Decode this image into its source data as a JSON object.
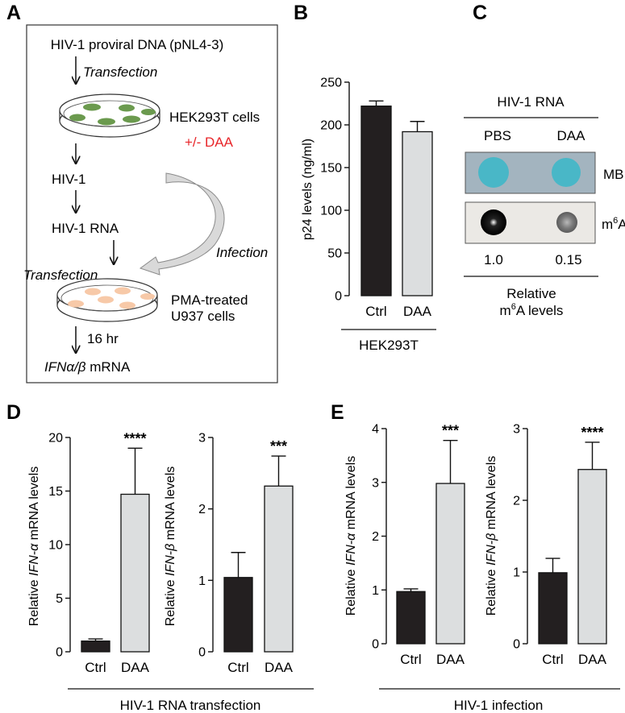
{
  "figure_labels": {
    "a": "A",
    "b": "B",
    "c": "C",
    "d": "D",
    "e": "E"
  },
  "panel_a": {
    "step1": "HIV-1 proviral DNA (pNL4-3)",
    "arrow1": "Transfection",
    "cells1": "HEK293T cells",
    "treatment": "+/- DAA",
    "step2": "HIV-1",
    "step3": "HIV-1 RNA",
    "infection": "Infection",
    "arrow3": "Transfection",
    "cells2_line1": "PMA-treated",
    "cells2_line2": "U937 cells",
    "time": "16 hr",
    "readout_italic": "IFNα/β",
    "readout_rest": " mRNA",
    "colors": {
      "hek_cells": "#6b9a4e",
      "u937_cells": "#f7c9a8",
      "treatment_text": "#e8262a",
      "infection_arrow": "#d9d9d9"
    }
  },
  "panel_c": {
    "title": "HIV-1 RNA",
    "col1": "PBS",
    "col2": "DAA",
    "row1": "MB",
    "row2_base": "m",
    "row2_sup": "6",
    "row2_tail": "A",
    "val1": "1.0",
    "val2": "0.15",
    "foot_line1": "Relative",
    "foot_line2_base": "m",
    "foot_line2_sup": "6",
    "foot_line2_tail": "A levels",
    "colors": {
      "mb_background": "#a3b4bf",
      "mb_dot": "#3fb7c8",
      "m6a_background": "#ebe9e5"
    }
  },
  "group_labels": {
    "b": "HEK293T",
    "d": "HIV-1 RNA transfection",
    "e": "HIV-1 infection"
  },
  "chart_data": [
    {
      "id": "B",
      "type": "bar",
      "categories": [
        "Ctrl",
        "DAA"
      ],
      "values": [
        222,
        192
      ],
      "errors": [
        6,
        12
      ],
      "ylabel": "p24 levels (ng/ml)",
      "ylim": [
        0,
        250
      ],
      "yticks": [
        0,
        50,
        100,
        150,
        200,
        250
      ],
      "significance": [
        "",
        ""
      ],
      "colors": [
        "#231f20",
        "#dcdedf"
      ]
    },
    {
      "id": "D1",
      "type": "bar",
      "categories": [
        "Ctrl",
        "DAA"
      ],
      "values": [
        1.0,
        14.7
      ],
      "errors": [
        0.2,
        4.3
      ],
      "ylabel_pre": "Relative ",
      "ylabel_gene": "IFN-α",
      "ylabel_post": " mRNA levels",
      "ylim": [
        0,
        20
      ],
      "yticks": [
        0,
        5,
        10,
        15,
        20
      ],
      "significance": [
        "",
        "****"
      ],
      "colors": [
        "#231f20",
        "#dcdedf"
      ]
    },
    {
      "id": "D2",
      "type": "bar",
      "categories": [
        "Ctrl",
        "DAA"
      ],
      "values": [
        1.04,
        2.32
      ],
      "errors": [
        0.35,
        0.42
      ],
      "ylabel_pre": "Relative ",
      "ylabel_gene": "IFN-β",
      "ylabel_post": " mRNA levels",
      "ylim": [
        0,
        3
      ],
      "yticks": [
        0,
        1,
        2,
        3
      ],
      "significance": [
        "",
        "***"
      ],
      "colors": [
        "#231f20",
        "#dcdedf"
      ]
    },
    {
      "id": "E1",
      "type": "bar",
      "categories": [
        "Ctrl",
        "DAA"
      ],
      "values": [
        0.97,
        2.98
      ],
      "errors": [
        0.05,
        0.8
      ],
      "ylabel_pre": "Relative ",
      "ylabel_gene": "IFN-α",
      "ylabel_post": " mRNA levels",
      "ylim": [
        0,
        4
      ],
      "yticks": [
        0,
        1,
        2,
        3,
        4
      ],
      "significance": [
        "",
        "***"
      ],
      "colors": [
        "#231f20",
        "#dcdedf"
      ]
    },
    {
      "id": "E2",
      "type": "bar",
      "categories": [
        "Ctrl",
        "DAA"
      ],
      "values": [
        0.99,
        2.43
      ],
      "errors": [
        0.2,
        0.38
      ],
      "ylabel_pre": "Relative ",
      "ylabel_gene": "IFN-β",
      "ylabel_post": " mRNA levels",
      "ylim": [
        0,
        3
      ],
      "yticks": [
        0,
        1,
        2,
        3
      ],
      "significance": [
        "",
        "****"
      ],
      "colors": [
        "#231f20",
        "#dcdedf"
      ]
    }
  ]
}
